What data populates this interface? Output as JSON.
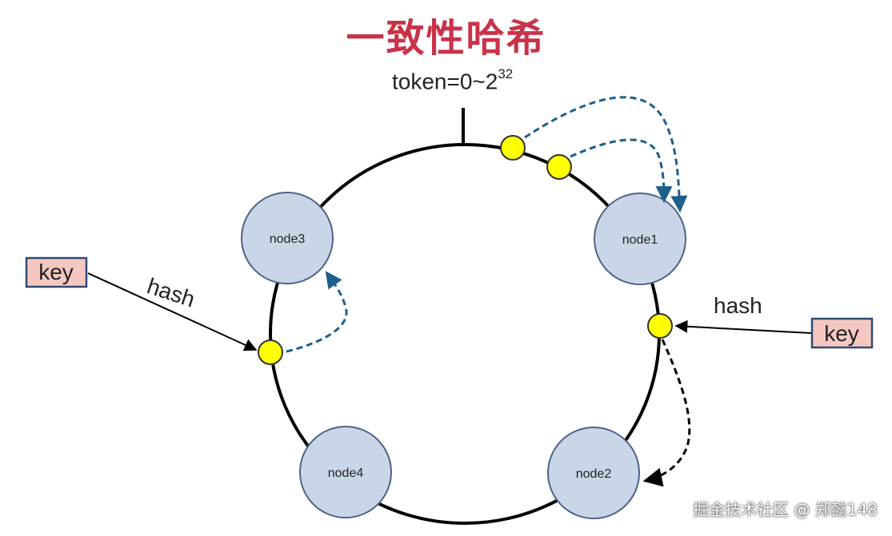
{
  "title": "一致性哈希",
  "token": {
    "base": "token=0~2",
    "exp": "32"
  },
  "nodes": [
    {
      "id": "node1",
      "label": "node1"
    },
    {
      "id": "node2",
      "label": "node2"
    },
    {
      "id": "node3",
      "label": "node3"
    },
    {
      "id": "node4",
      "label": "node4"
    }
  ],
  "keys": [
    {
      "label": "key",
      "hash_label": "hash",
      "side": "left"
    },
    {
      "label": "key",
      "hash_label": "hash",
      "side": "right"
    }
  ],
  "watermark": "掘金技术社区 @ 郑懿148",
  "colors": {
    "title": "#c8334a",
    "node_fill": "#c9d6e8",
    "node_stroke": "#4d6386",
    "key_fill": "#f4c7c1",
    "key_stroke": "#2f4a73",
    "hash_point": "#ffff00",
    "arrow_blue": "#1f5f8b",
    "arrow_black": "#000000"
  }
}
